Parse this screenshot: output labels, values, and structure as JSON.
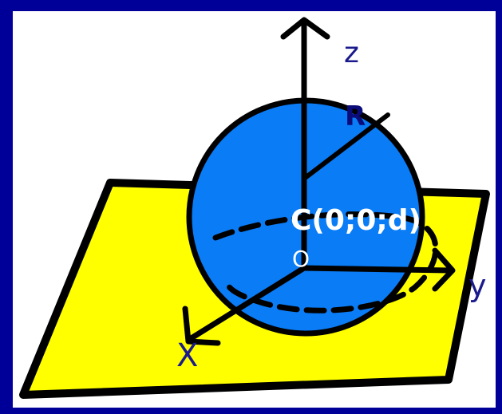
{
  "colors": {
    "frame": "#000099",
    "panel": "#ffffff",
    "plane": "#ffff00",
    "sphere": "#0a7cf5",
    "stroke": "#000000",
    "axis_label": "#1a1a8c",
    "radius_label": "#0b0b7a",
    "center_label": "#ffffff"
  },
  "labels": {
    "z_axis": "z",
    "y_axis": "y",
    "x_axis": "X",
    "origin": "O",
    "radius": "R",
    "center": "C(0;0;d)"
  }
}
